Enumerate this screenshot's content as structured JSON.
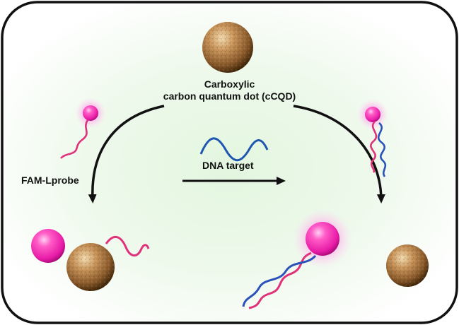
{
  "labels": {
    "title_line1": "Carboxylic",
    "title_line2": "carbon quantum dot (cCQD)",
    "dna_target": "DNA target",
    "probe": "FAM-Lprobe"
  },
  "colors": {
    "panel_border": "#111111",
    "panel_glow": "#e3f6df",
    "arrow": "#111111",
    "fam_sphere": "#ff3fb8",
    "fam_glow": "#ff8fe0",
    "cqd_base": "#b9824a",
    "cqd_dark": "#5a3814",
    "strand_probe": "#e0327a",
    "strand_target": "#2a52b8",
    "dna_wave": "#1f57b0"
  },
  "icons": [
    "cqd-particle",
    "fam-dye-sphere",
    "ssdna-probe-strand",
    "dsdna-helix",
    "dna-target-wave"
  ]
}
